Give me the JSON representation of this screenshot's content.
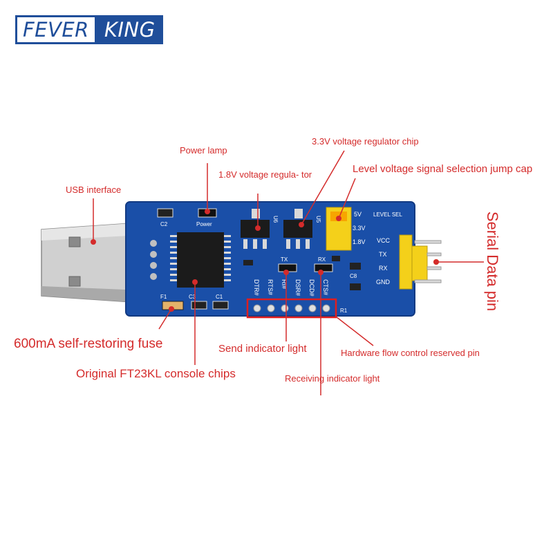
{
  "logo": {
    "part1": "FEVER",
    "part2": "KING"
  },
  "colors": {
    "annotation": "#d42b2b",
    "pcb": "#1a4fa8",
    "pcb_dark": "#123a82",
    "brand": "#1f4e9a",
    "jumper": "#f4d01a",
    "usb_metal": "#c8c8c8"
  },
  "labels": {
    "power_lamp": "Power lamp",
    "regulator_33": "3.3V voltage regulator chip",
    "level_jump": "Level voltage signal selection jump cap",
    "usb": "USB interface",
    "regulator_18": "1.8V voltage regula- tor",
    "serial_pin": "Serial Data pin",
    "fuse": "600mA self-restoring fuse",
    "chip": "Original FT23KL console chips",
    "send": "Send indicator light",
    "hw_flow": "Hardware flow control reserved pin",
    "receive": "Receiving indicator light"
  },
  "silkscreen": {
    "c2": "C2",
    "power": "Power",
    "u6": "U6",
    "u5": "U5",
    "v5": "5V",
    "v33": "3.3V",
    "v18": "1.8V",
    "level_sel": "LEVEL SEL",
    "vcc": "VCC",
    "tx": "TX",
    "rx": "RX",
    "gnd": "GND",
    "tx_led": "TX",
    "rx_led": "RX",
    "c8": "C8",
    "r1": "R1",
    "f1": "F1",
    "c3": "C3",
    "c1": "C1",
    "pins": [
      "DTR#",
      "RTS#",
      "RI#",
      "DSR#",
      "DCD#",
      "CTS#"
    ]
  }
}
